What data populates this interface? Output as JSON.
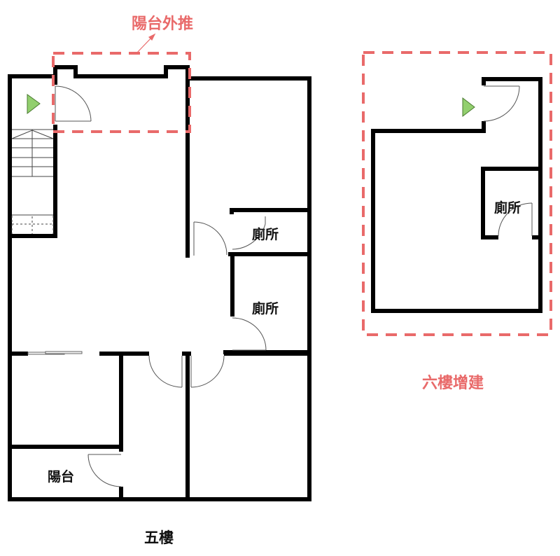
{
  "colors": {
    "wall": "#000000",
    "annotation": "#e96a6a",
    "entry_marker": "#92cf6e",
    "door_line": "#555555"
  },
  "annotations": {
    "balcony_extension": "陽台外推",
    "sixth_floor_addition": "六樓增建"
  },
  "floors": {
    "fifth": {
      "title": "五樓",
      "rooms": {
        "toilet_1": "廁所",
        "toilet_2": "廁所",
        "balcony": "陽台"
      },
      "icons": [
        "entry-arrow-icon",
        "staircase"
      ]
    },
    "sixth": {
      "rooms": {
        "toilet": "廁所"
      },
      "icons": [
        "entry-arrow-icon"
      ]
    }
  }
}
